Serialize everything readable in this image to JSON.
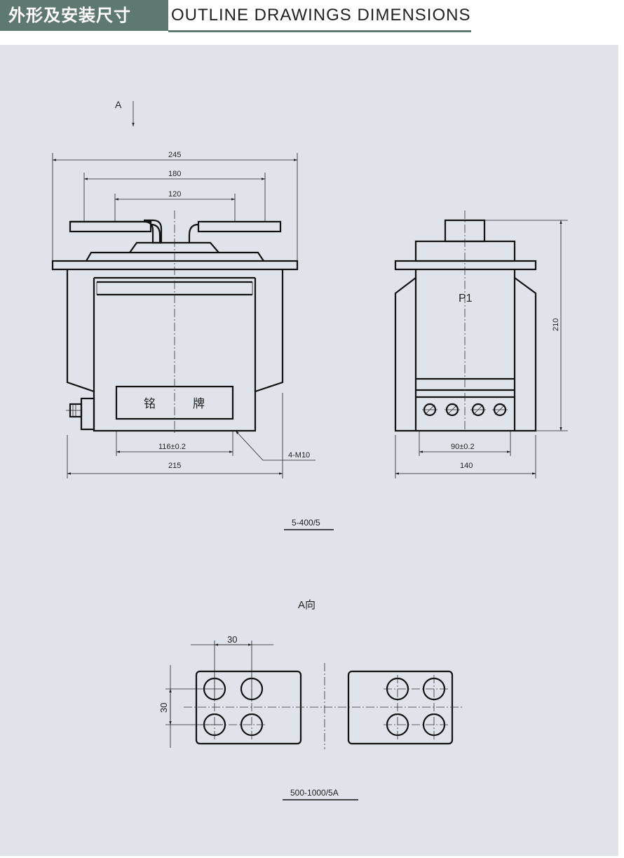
{
  "header": {
    "title_cn": "外形及安装尺寸",
    "title_en": "OUTLINE  DRAWINGS  DIMENSIONS"
  },
  "front_view": {
    "view_arrow_label": "A",
    "dim_top_overall": "245",
    "dim_handle_span": "180",
    "dim_inner_span": "120",
    "nameplate_text_1": "铭",
    "nameplate_text_2": "牌",
    "dim_mounting": "116±0.2",
    "dim_base": "215",
    "bolt_callout": "4-M10"
  },
  "side_view": {
    "terminal_label": "P1",
    "dim_height": "210",
    "dim_mounting": "90±0.2",
    "dim_base": "140"
  },
  "caption_1": "5-400/5",
  "detail_view": {
    "title": "A向",
    "dim_horizontal": "30",
    "dim_vertical": "30"
  },
  "caption_2": "500-1000/5A",
  "colors": {
    "header_bg": "#5e7872",
    "panel_bg": "#dfe4ea",
    "line": "#111111"
  }
}
